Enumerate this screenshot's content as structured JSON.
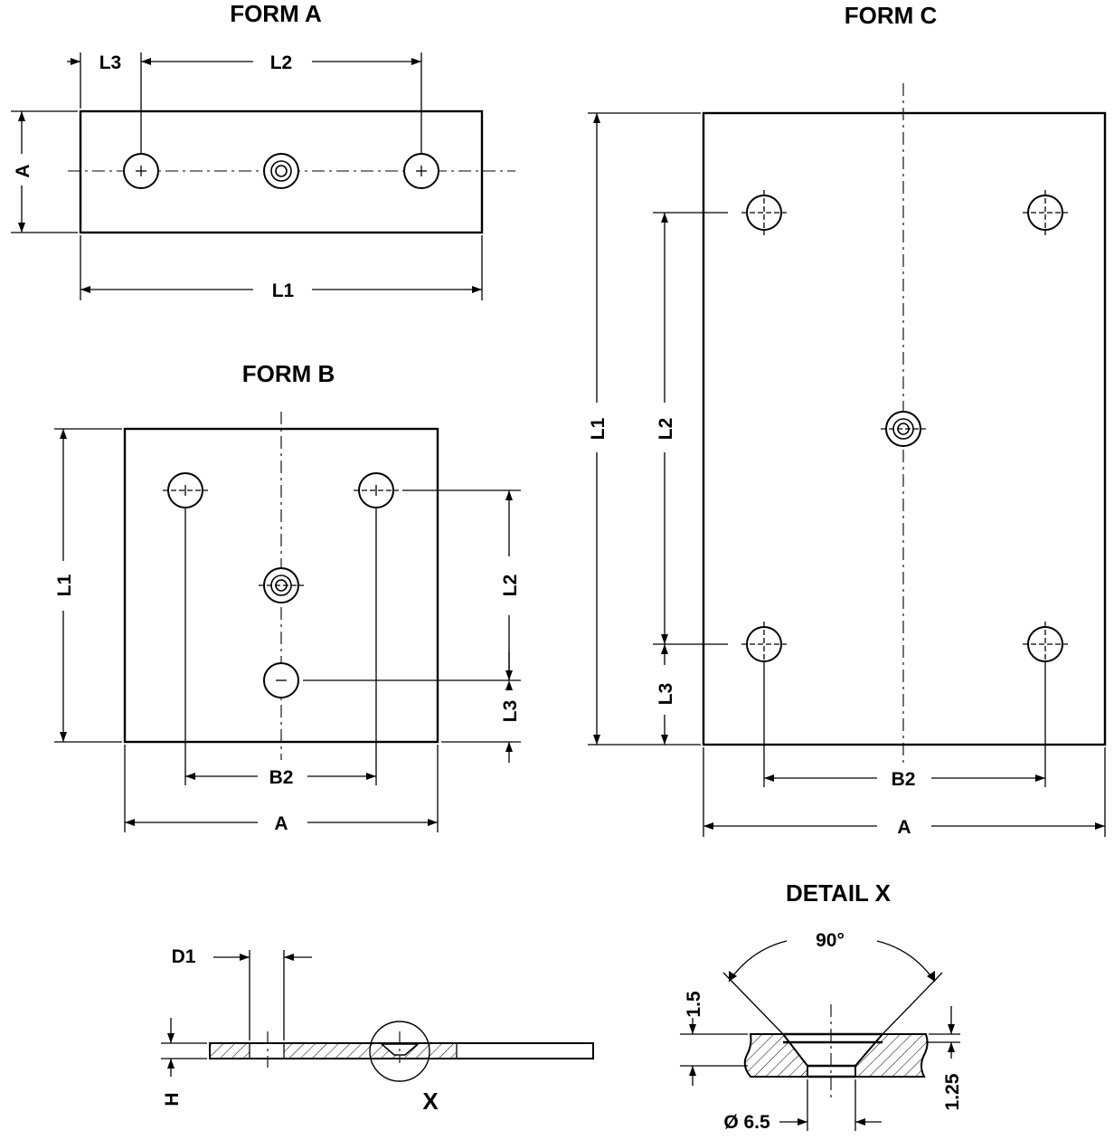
{
  "form_a": {
    "title": "FORM A",
    "dims": {
      "l3": "L3",
      "l2": "L2",
      "a": "A",
      "l1": "L1"
    }
  },
  "form_b": {
    "title": "FORM B",
    "dims": {
      "l1": "L1",
      "l2": "L2",
      "l3": "L3",
      "b2": "B2",
      "a": "A"
    }
  },
  "form_c": {
    "title": "FORM C",
    "dims": {
      "l1": "L1",
      "l2": "L2",
      "l3": "L3",
      "b2": "B2",
      "a": "A"
    }
  },
  "section": {
    "dims": {
      "d1": "D1",
      "h": "H"
    },
    "detail_marker": "X"
  },
  "detail_x": {
    "title": "DETAIL X",
    "dims": {
      "angle": "90°",
      "depth": "1.5",
      "thickness": "1.25",
      "diameter": "Ø 6.5"
    }
  }
}
